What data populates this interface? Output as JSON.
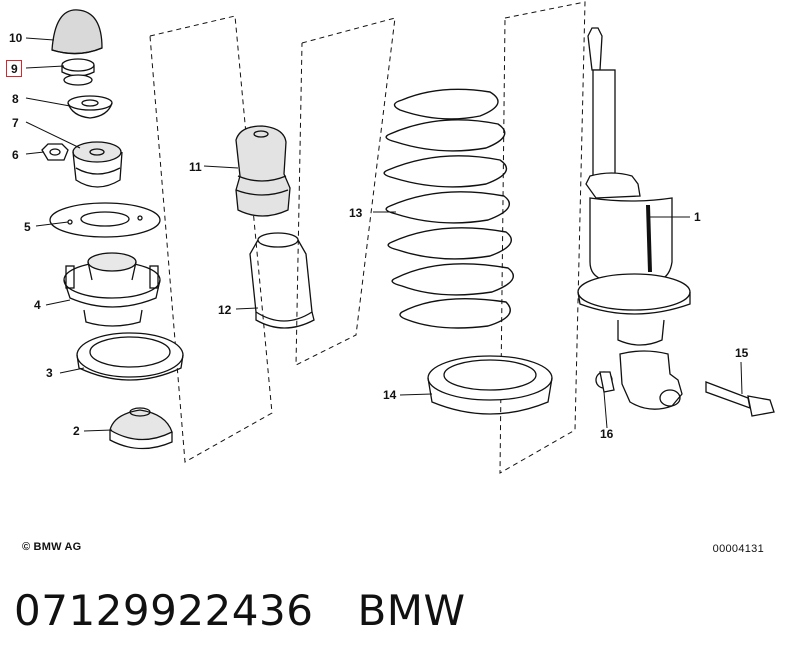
{
  "diagram": {
    "part_labels": [
      "1",
      "2",
      "3",
      "4",
      "5",
      "6",
      "7",
      "8",
      "9",
      "10",
      "11",
      "12",
      "13",
      "14",
      "15",
      "16"
    ],
    "highlighted_label": "9",
    "highlight_color": "#d9252b",
    "line_color": "#111111"
  },
  "footer": {
    "copyright": "© BMW AG",
    "reference": "00004131"
  },
  "caption": {
    "part_number": "07129922436",
    "brand": "BMW"
  }
}
